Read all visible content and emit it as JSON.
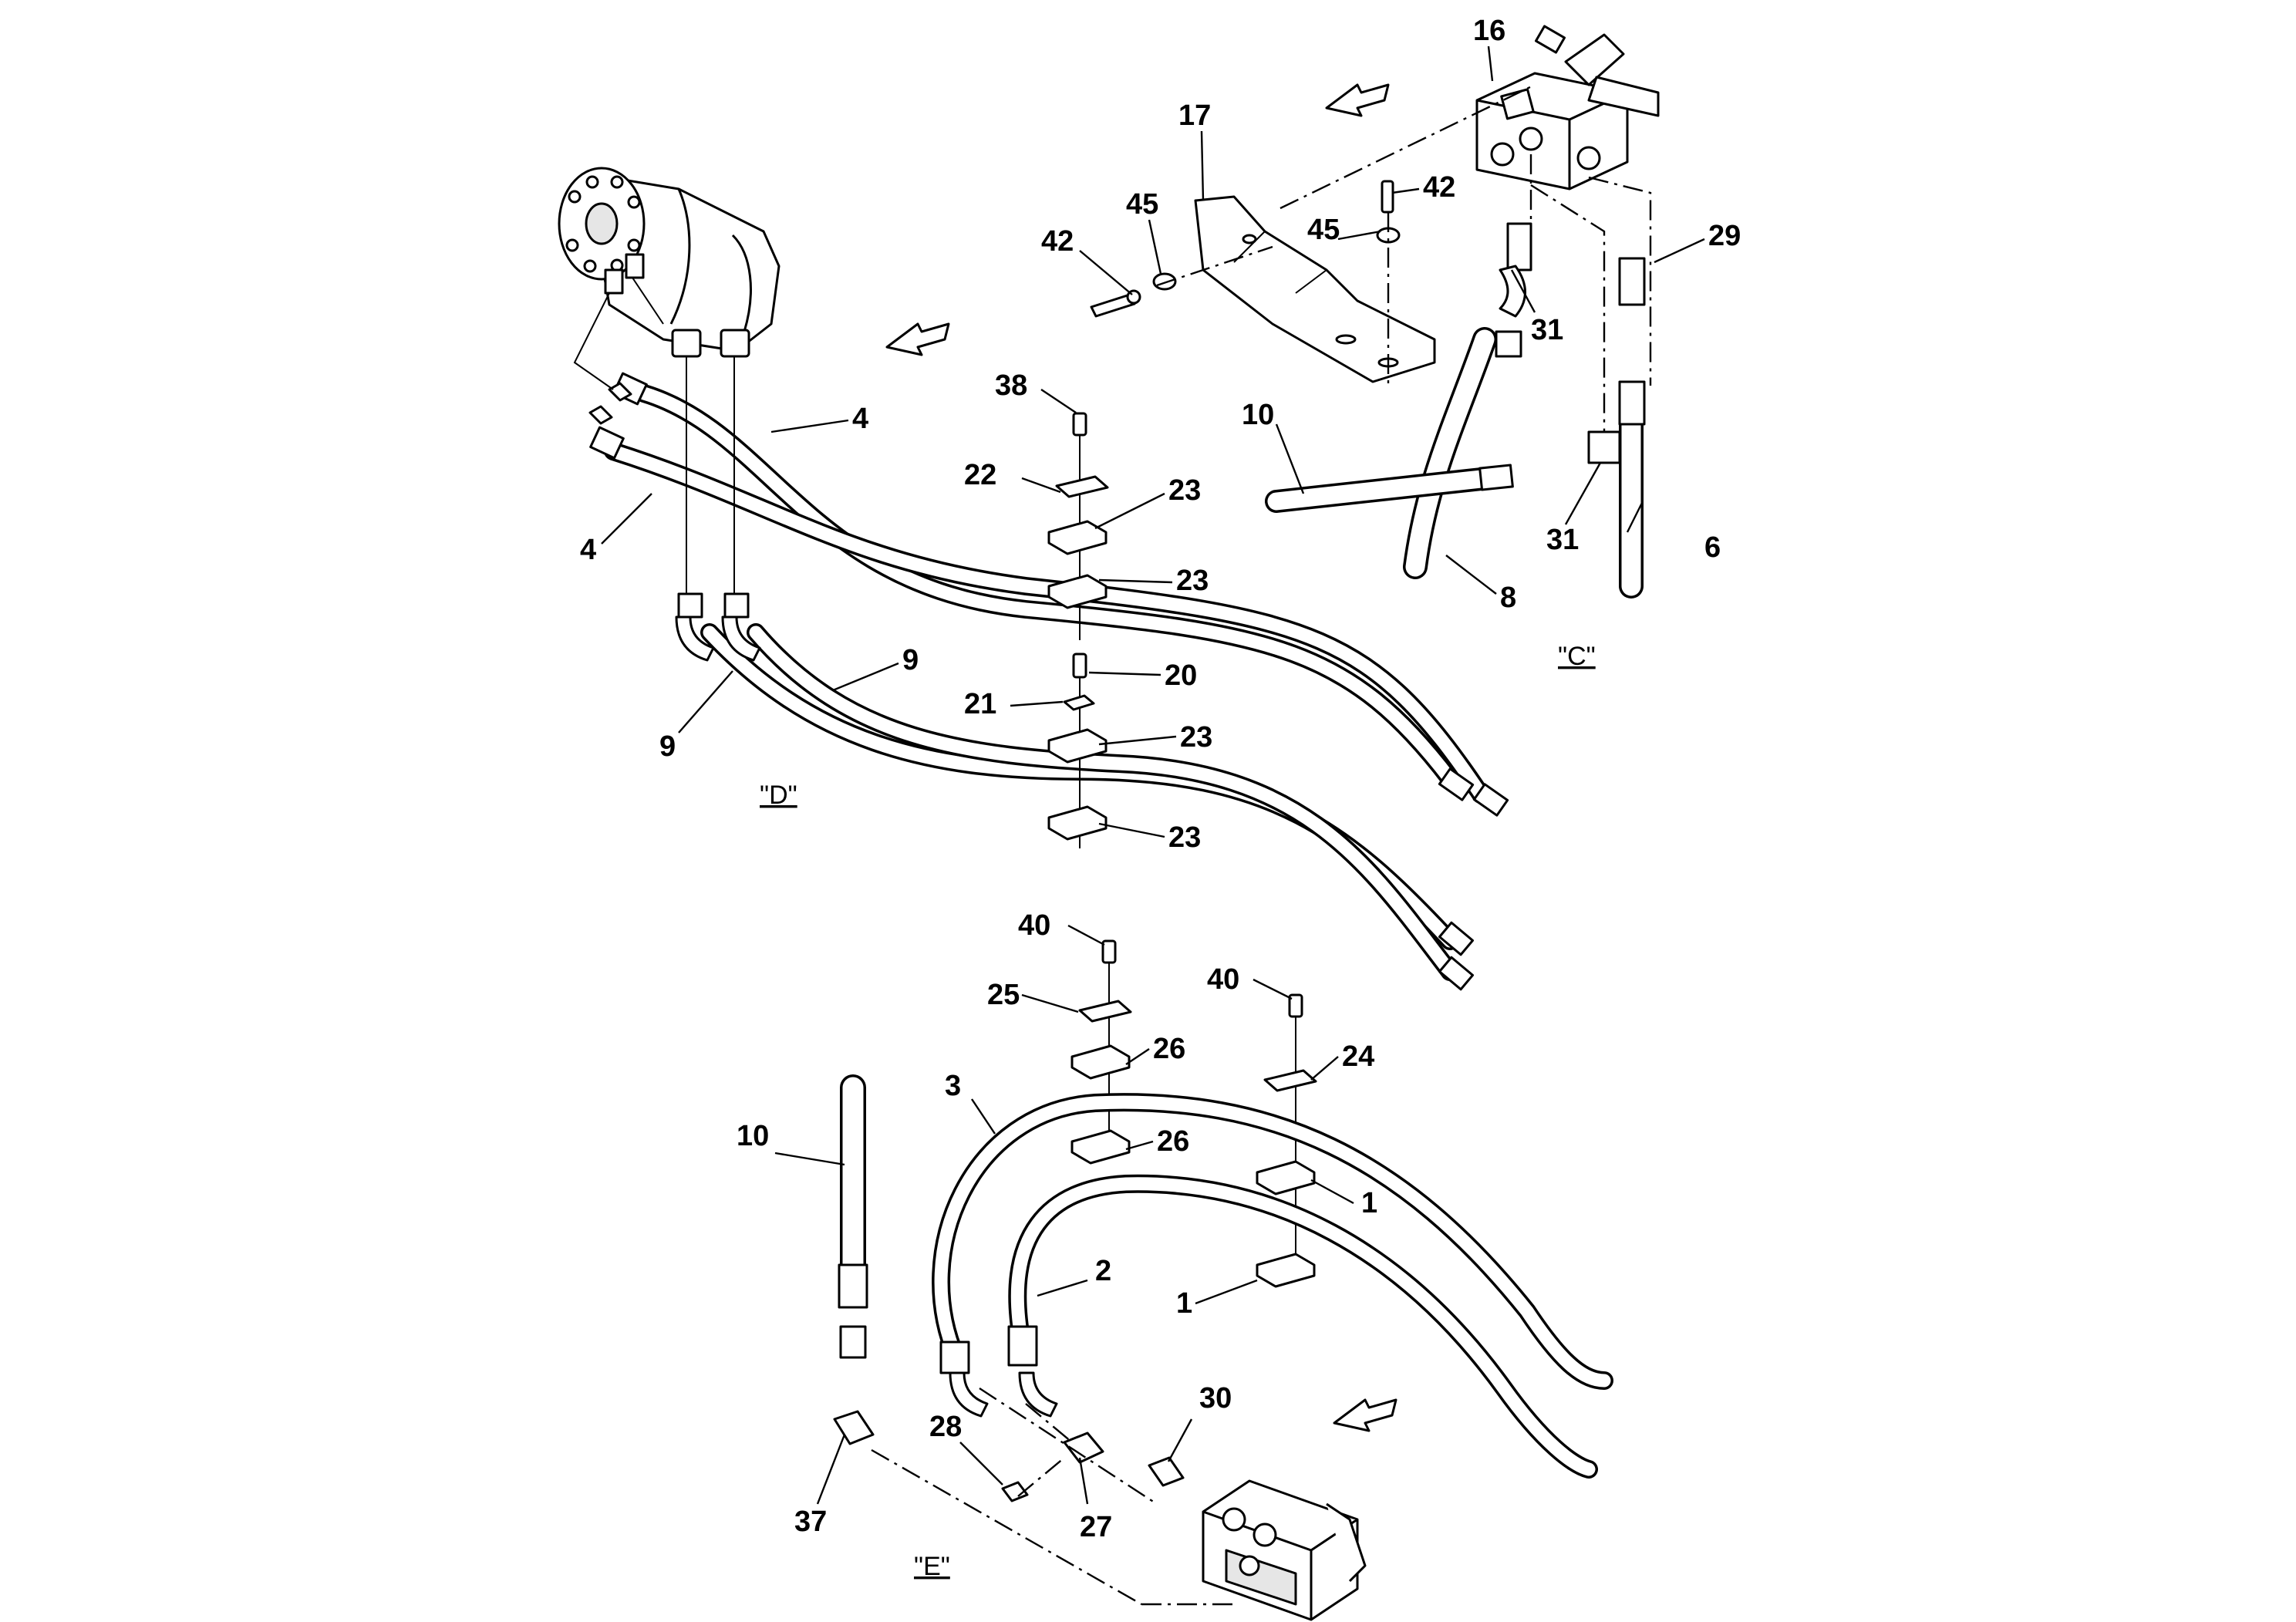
{
  "callouts": {
    "c1a": "1",
    "c1b": "1",
    "c2": "2",
    "c3": "3",
    "c4a": "4",
    "c4b": "4",
    "c6": "6",
    "c8": "8",
    "c9a": "9",
    "c9b": "9",
    "c10a": "10",
    "c10b": "10",
    "c16": "16",
    "c17": "17",
    "c20": "20",
    "c21": "21",
    "c22": "22",
    "c23a": "23",
    "c23b": "23",
    "c23c": "23",
    "c23d": "23",
    "c24": "24",
    "c25": "25",
    "c26a": "26",
    "c26b": "26",
    "c27": "27",
    "c28": "28",
    "c29": "29",
    "c30": "30",
    "c31a": "31",
    "c31b": "31",
    "c37": "37",
    "c38": "38",
    "c40a": "40",
    "c40b": "40",
    "c42a": "42",
    "c42b": "42",
    "c45a": "45",
    "c45b": "45"
  },
  "views": {
    "c": "\"C\"",
    "d": "\"D\"",
    "e": "\"E\""
  },
  "icons": [
    "direction-arrow-icon",
    "steering-motor",
    "control-valve",
    "pump-block"
  ]
}
